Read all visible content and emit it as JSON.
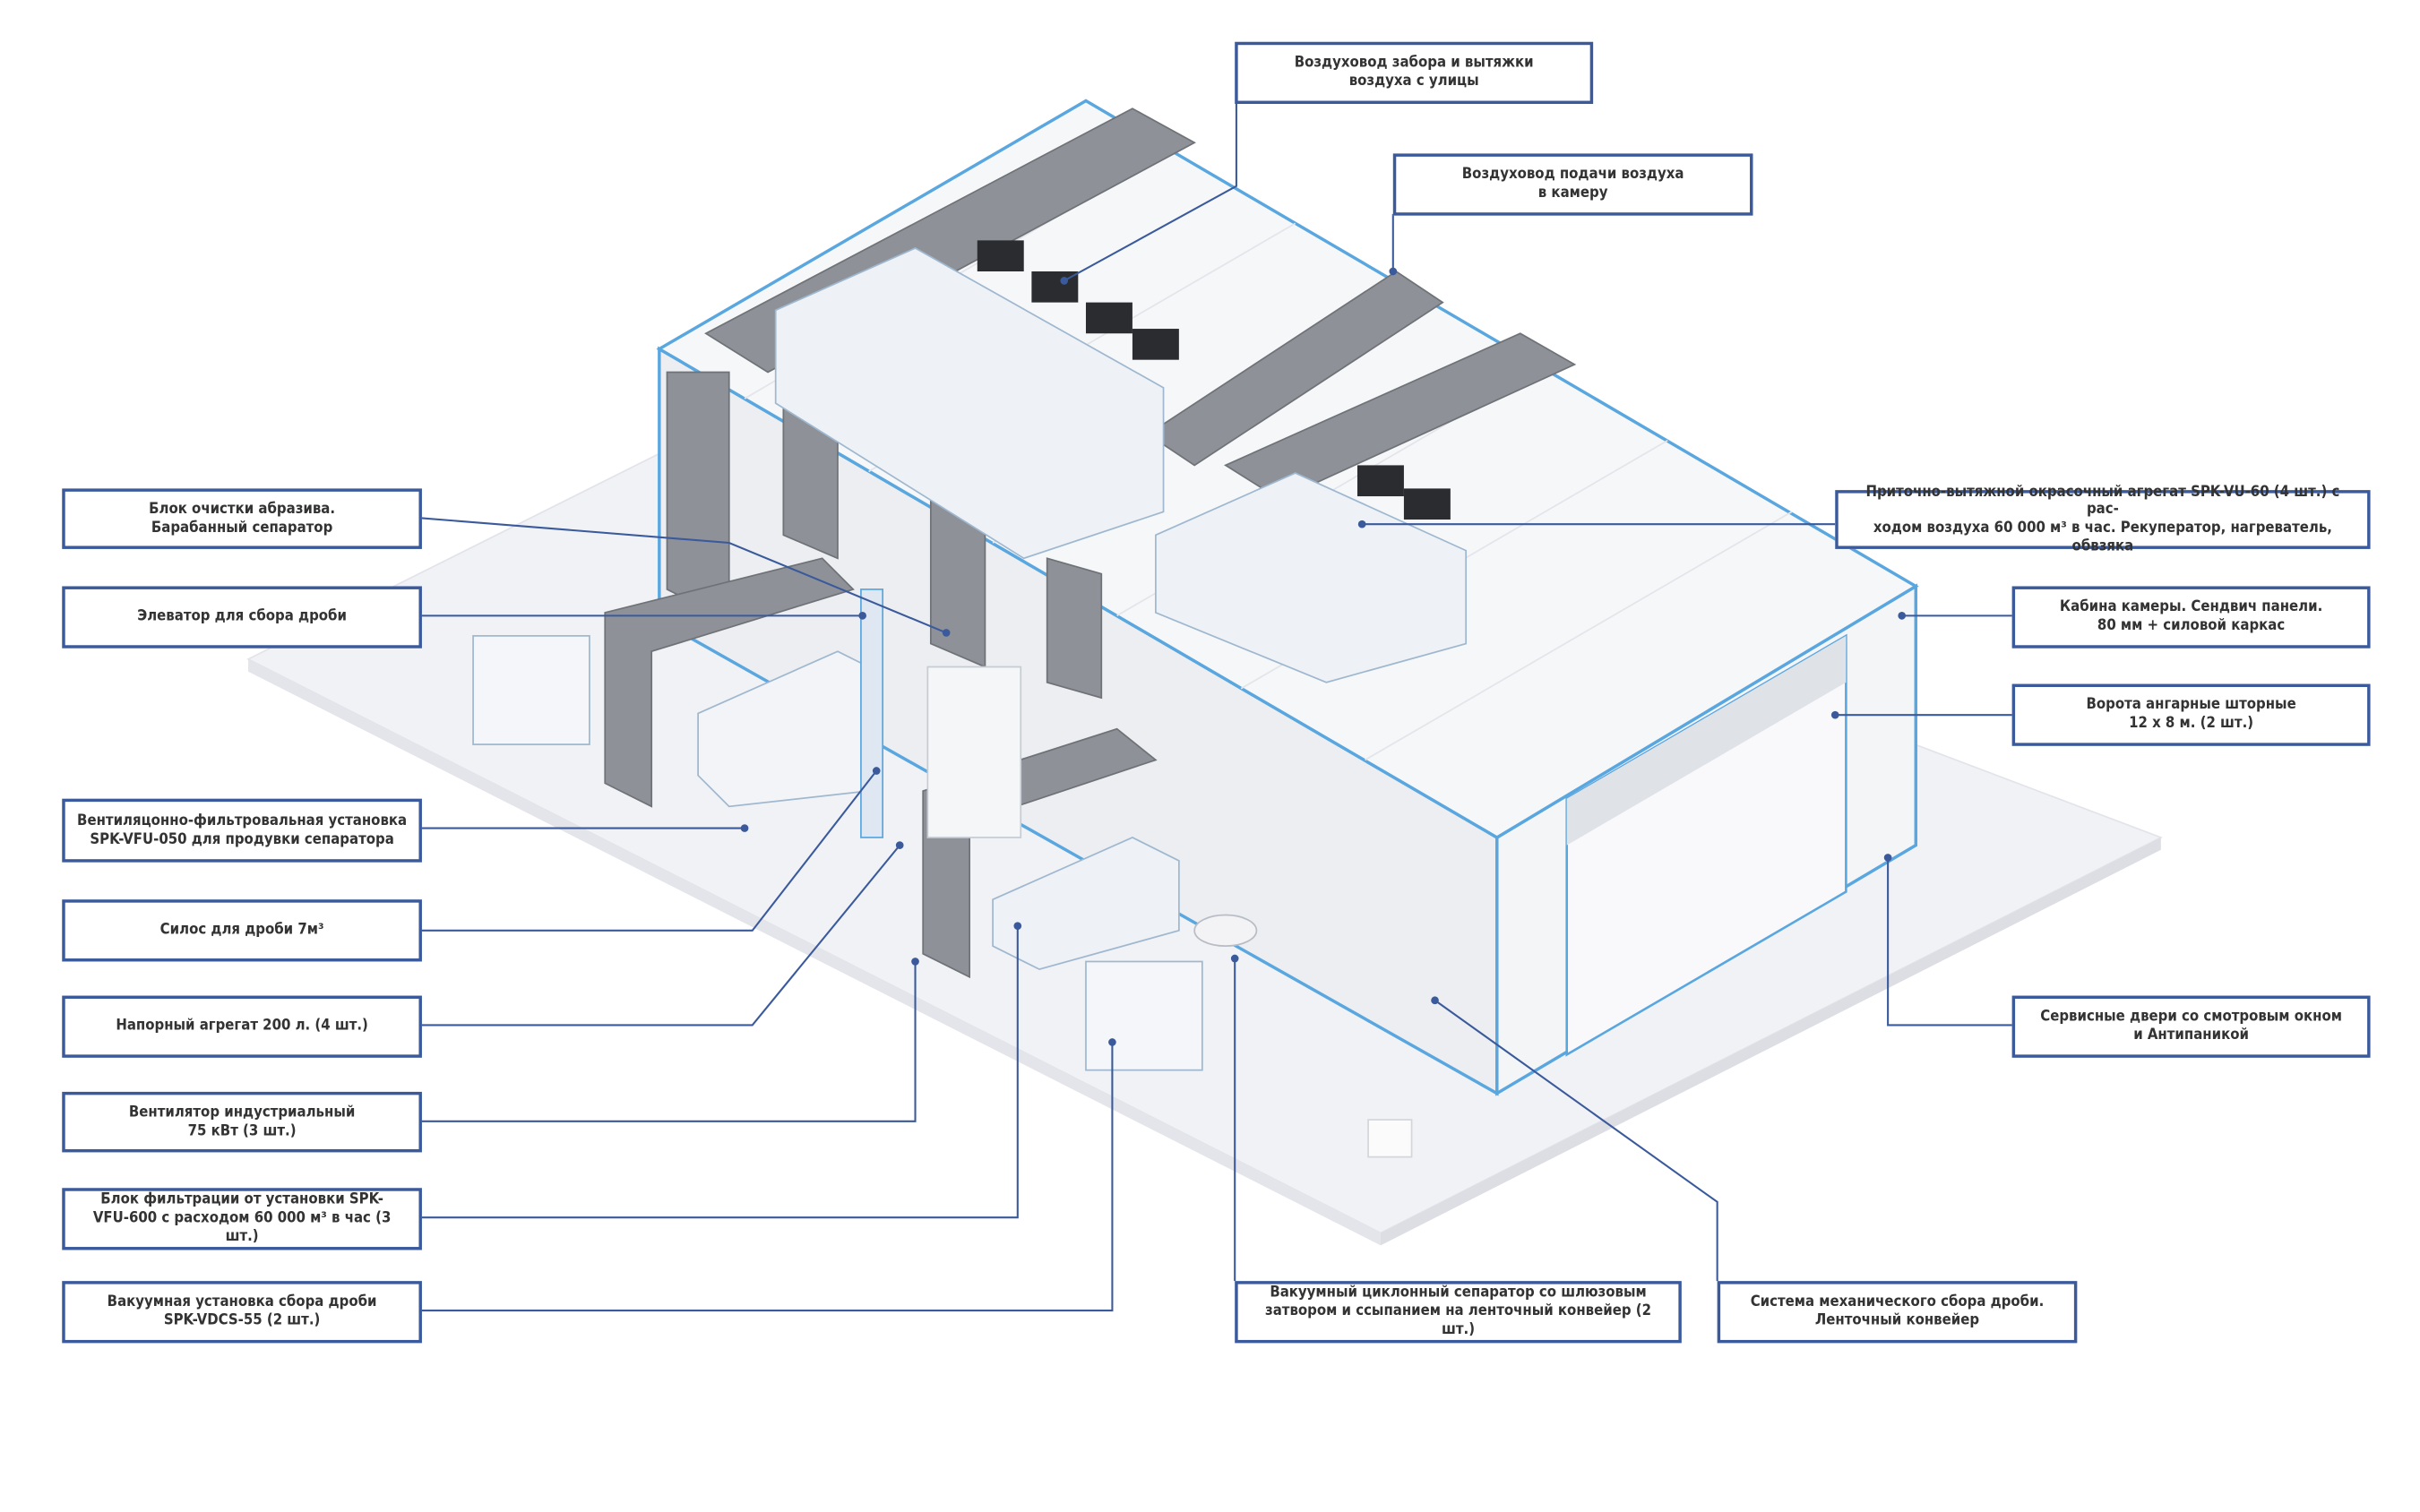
{
  "colors": {
    "frame": "#3a5a9c",
    "accent_blue": "#5aa7e0",
    "duct_grey": "#8e9298"
  },
  "callouts": {
    "intake_duct": "Воздуховод забора и вытяжки\nвоздуха с улицы",
    "supply_duct": "Воздуховод подачи воздуха\nв камеру",
    "abrasive_cleaning": "Блок очистки абразива.\nБарабанный сепаратор",
    "elevator": "Элеватор для сбора дроби",
    "vent_filter_unit": "Вентиляцонно-фильтровальная установка\nSPK-VFU-050 для продувки сепаратора",
    "silo": "Силос для дроби 7м³",
    "pressure_unit": "Напорный агрегат 200 л. (4 шт.)",
    "fan": "Вентилятор индустриальный\n75 кВт (3 шт.)",
    "filter_block": "Блок фильтрации от установки SPK-\nVFU-600 с расходом 60 000 м³ в час (3 шт.)",
    "vacuum_unit": "Вакуумная установка сбора дроби\nSPK-VDCS-55 (2 шт.)",
    "supply_exhaust_unit": "Приточно-вытяжной окрасочный агрегат SPK-VU-60 (4 шт.) с рас-\nходом воздуха 60 000 м³ в час. Рекуператор, нагреватель, обвзяка",
    "booth_cabin": "Кабина камеры. Сендвич панели.\n80 мм + силовой каркас",
    "hangar_gates": "Ворота ангарные шторные\n12 х 8 м. (2 шт.)",
    "service_doors": "Сервисные двери со смотровым окном\nи Антипаникой",
    "cyclone_separator": "Вакуумный циклонный сепаратор со шлюзовым\nзатвором и ссыпанием на ленточный конвейер (2 шт.)",
    "conveyor_system": "Система механического сбора дроби.\nЛенточный конвейер"
  }
}
